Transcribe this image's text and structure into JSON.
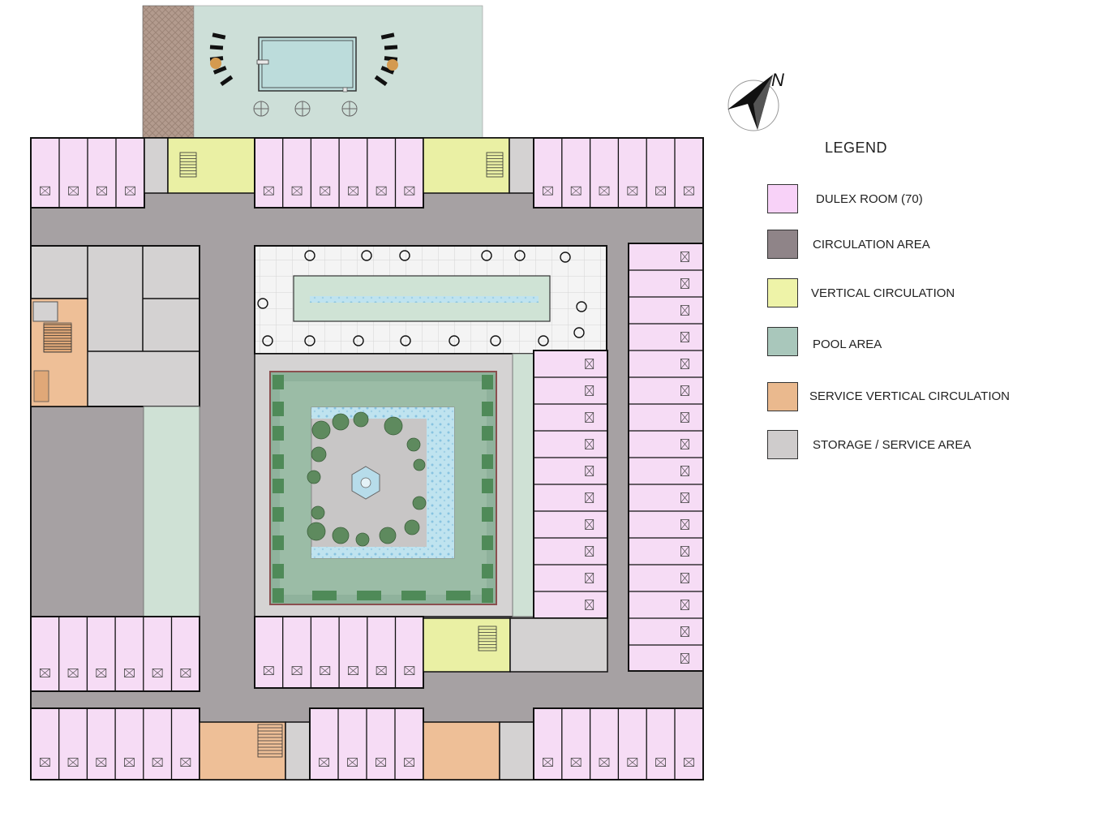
{
  "legend": {
    "title": "LEGEND",
    "items": [
      {
        "key": "duplex",
        "label": "DULEX ROOM (70)",
        "color": "#f8d2f8"
      },
      {
        "key": "circulation",
        "label": "CIRCULATION AREA",
        "color": "#8f8488"
      },
      {
        "key": "vertical",
        "label": "VERTICAL CIRCULATION",
        "color": "#eef3a8"
      },
      {
        "key": "pool",
        "label": "POOL AREA",
        "color": "#a9c7bb"
      },
      {
        "key": "service-vertical",
        "label": "SERVICE VERTICAL CIRCULATION",
        "color": "#eab98e"
      },
      {
        "key": "storage",
        "label": "STORAGE / SERVICE AREA",
        "color": "#cfcccc"
      }
    ]
  },
  "north": {
    "label": "N"
  },
  "colors": {
    "corridor": "#a39ea1",
    "room": "#f8d9f7",
    "vertical": "#e9ef9f",
    "pool_deck": "#c9dcd5",
    "pool_water": "#b8dde0",
    "service": "#eebf97",
    "storage": "#d4d2d2",
    "garden": "#8fb59f",
    "courtyard": "#f2f2f2",
    "wall": "#1a1a1a",
    "brick": "#b39b8e"
  }
}
